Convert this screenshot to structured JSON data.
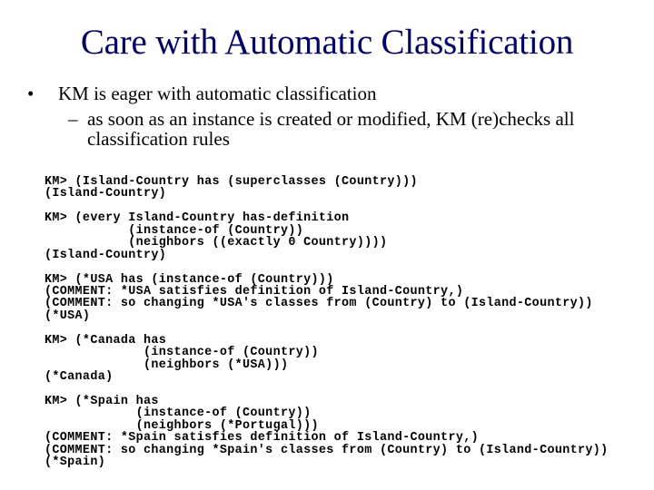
{
  "slide": {
    "title": "Care with Automatic Classification",
    "title_color": "#000066",
    "bullets": [
      {
        "marker": "•",
        "text": "KM is eager with automatic classification",
        "sub": [
          {
            "marker": "–",
            "text": "as soon as an instance is created or modified, KM (re)checks all classification rules"
          }
        ]
      }
    ],
    "code_lines": [
      "KM> (Island-Country has (superclasses (Country)))",
      "(Island-Country)",
      "",
      "KM> (every Island-Country has-definition",
      "           (instance-of (Country))",
      "           (neighbors ((exactly 0 Country))))",
      "(Island-Country)",
      "",
      "KM> (*USA has (instance-of (Country)))",
      "(COMMENT: *USA satisfies definition of Island-Country,)",
      "(COMMENT: so changing *USA's classes from (Country) to (Island-Country))",
      "(*USA)",
      "",
      "KM> (*Canada has",
      "             (instance-of (Country))",
      "             (neighbors (*USA)))",
      "(*Canada)",
      "",
      "KM> (*Spain has",
      "            (instance-of (Country))",
      "            (neighbors (*Portugal)))",
      "(COMMENT: *Spain satisfies definition of Island-Country,)",
      "(COMMENT: so changing *Spain's classes from (Country) to (Island-Country))",
      "(*Spain)"
    ]
  }
}
